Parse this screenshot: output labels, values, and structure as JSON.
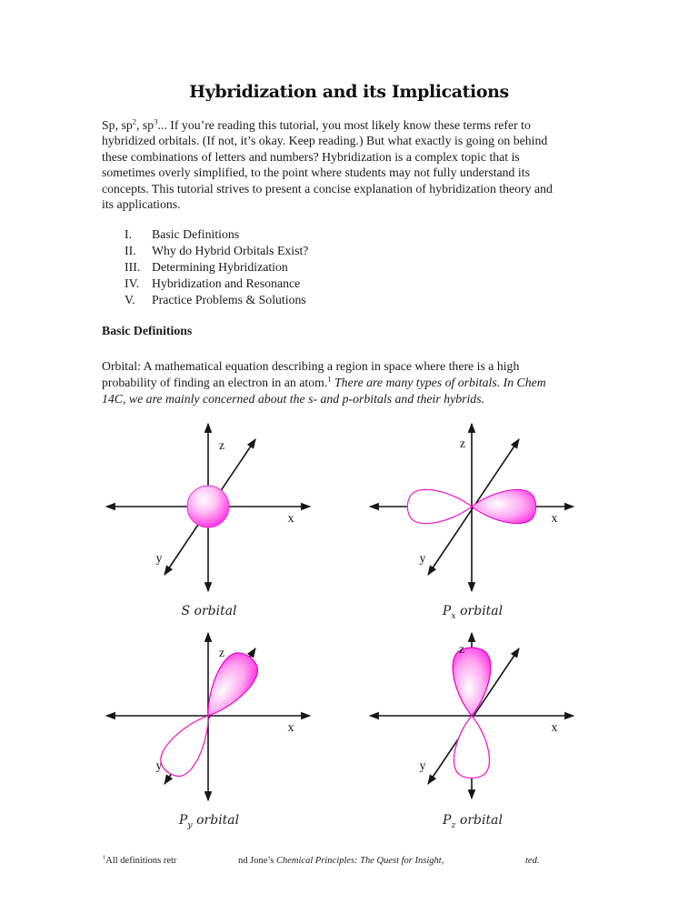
{
  "page": {
    "title": "Hybridization and its Implications"
  },
  "intro": {
    "l1a": "Sp, sp",
    "l1sup1": "2",
    "l1b": ", sp",
    "l1sup2": "3",
    "l1c": "... If you’re reading this tutorial, you most likely know these terms refer to",
    "l2": "hybridized orbitals. (If not, it’s okay. Keep reading.) But what exactly is going on behind",
    "l3": "these combinations of letters and numbers? Hybridization is a complex topic that is",
    "l4": "sometimes overly simplified, to the point where students may not fully understand its",
    "l5": "concepts. This tutorial strives to present a concise explanation of hybridization theory and",
    "l6": "its applications."
  },
  "toc": {
    "items": [
      {
        "numeral": "I.",
        "label": "Basic Definitions"
      },
      {
        "numeral": "II.",
        "label": "Why do Hybrid Orbitals Exist?"
      },
      {
        "numeral": "III.",
        "label": "Determining Hybridization"
      },
      {
        "numeral": "IV.",
        "label": "Hybridization and Resonance"
      },
      {
        "numeral": "V.",
        "label": "Practice Problems & Solutions"
      }
    ]
  },
  "section": {
    "heading": "Basic Definitions"
  },
  "definition": {
    "l1": "Orbital: A mathematical equation describing a region in space where there is a high",
    "l2a": "probability of finding an electron in an atom.",
    "l2sup": "1",
    "l2b": " There are many types of orbitals. In Chem",
    "l3": "14C, we are mainly concerned about the s- and p-orbitals and their hybrids."
  },
  "figures": {
    "axis_labels": {
      "x": "x",
      "y": "y",
      "z": "z"
    },
    "colors": {
      "orbital_fill": "#ff1ce0",
      "orbital_stroke": "#e800cc",
      "axis": "#161616"
    },
    "items": [
      {
        "caption_symbol": "S",
        "caption_sub": "",
        "caption_rest": " orbital"
      },
      {
        "caption_symbol": "P",
        "caption_sub": "x",
        "caption_rest": " orbital"
      },
      {
        "caption_symbol": "P",
        "caption_sub": "y",
        "caption_rest": " orbital"
      },
      {
        "caption_symbol": "P",
        "caption_sub": "z",
        "caption_rest": " orbital"
      }
    ]
  },
  "footnote": {
    "sup": "1",
    "frag1": "All definitions retr",
    "frag2a": "nd Jone’s ",
    "frag2b": "Chemical Principles: The Quest for Insight,",
    "frag3": "ted."
  }
}
